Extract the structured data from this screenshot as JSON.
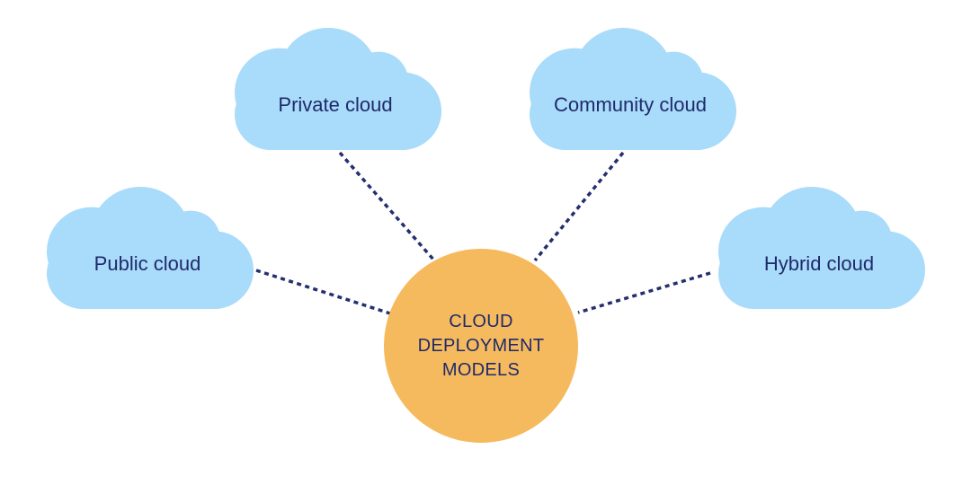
{
  "diagram": {
    "center_label": "CLOUD DEPLOYMENT MODELS",
    "nodes": [
      {
        "id": "private-cloud",
        "label": "Private cloud"
      },
      {
        "id": "community-cloud",
        "label": "Community cloud"
      },
      {
        "id": "public-cloud",
        "label": "Public cloud"
      },
      {
        "id": "hybrid-cloud",
        "label": "Hybrid cloud"
      }
    ],
    "icons": {
      "node_shape": "cloud-icon",
      "center_shape": "circle-shape"
    },
    "colors": {
      "background": "#FFFFFF",
      "cloud_fill": "#A9DBFA",
      "center_fill": "#F6BA5E",
      "text": "#1F2A6B",
      "connector": "#252F6E"
    }
  }
}
